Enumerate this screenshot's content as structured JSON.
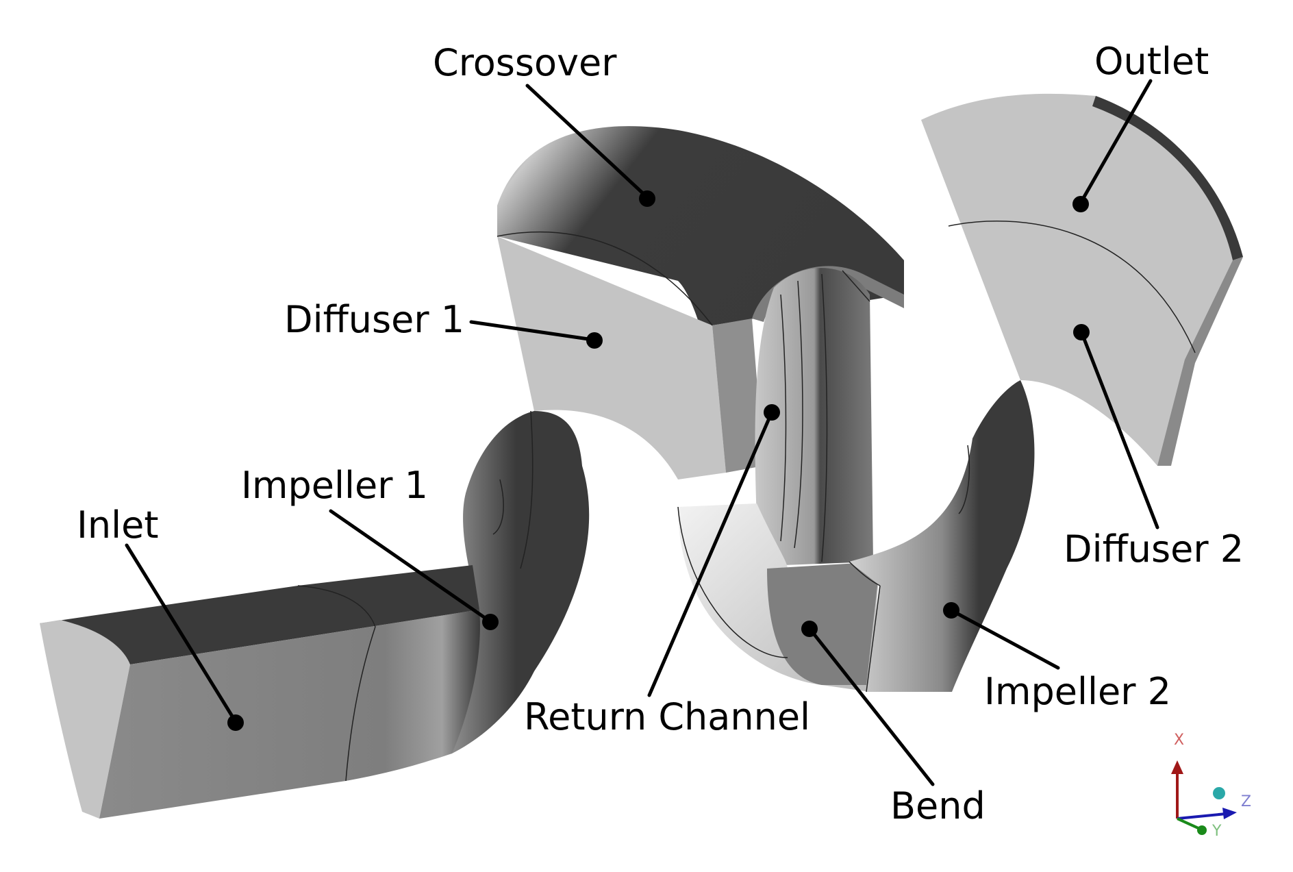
{
  "labels": {
    "crossover": "Crossover",
    "outlet": "Outlet",
    "diffuser1": "Diffuser 1",
    "impeller1": "Impeller 1",
    "inlet": "Inlet",
    "return_channel": "Return Channel",
    "diffuser2": "Diffuser 2",
    "impeller2": "Impeller 2",
    "bend": "Bend"
  },
  "triad": {
    "x": "X",
    "y": "Y",
    "z": "Z"
  },
  "colors": {
    "light_face": "#c4c4c4",
    "mid_face": "#7d7d7d",
    "dark_face": "#3a3a3a",
    "axis_x": "#a01818",
    "axis_y": "#1a8a1a",
    "axis_z": "#1a1ab0"
  }
}
